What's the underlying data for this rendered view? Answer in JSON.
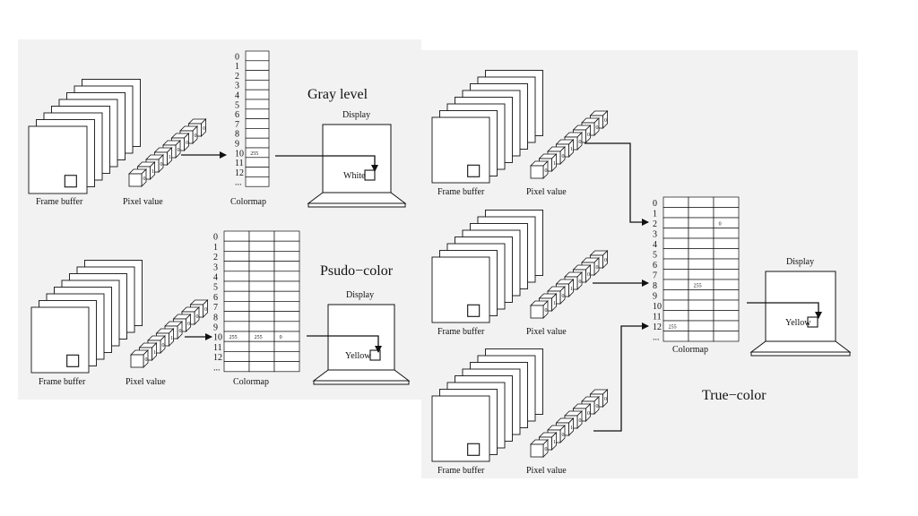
{
  "gray_level": {
    "title": "Gray level",
    "frame_buffer_label": "Frame buffer",
    "pixel_value_label": "Pixel value",
    "pixel_bits": [
      "0",
      "1",
      "0",
      "1",
      "0",
      "0",
      "0",
      "0"
    ],
    "colormap_label": "Colormap",
    "colormap_indices": [
      "0",
      "1",
      "2",
      "3",
      "4",
      "5",
      "6",
      "7",
      "8",
      "9",
      "10",
      "11",
      "12",
      "..."
    ],
    "colormap_values": [
      [
        "",
        "",
        "",
        "",
        "",
        "",
        "",
        "",
        "",
        "",
        "255",
        "",
        "",
        ""
      ]
    ],
    "display_label": "Display",
    "display_text": "White"
  },
  "pseudo_color": {
    "title": "Psudo−color",
    "frame_buffer_label": "Frame buffer",
    "pixel_value_label": "Pixel value",
    "pixel_bits": [
      "0",
      "1",
      "0",
      "1",
      "0",
      "0",
      "0",
      "0"
    ],
    "colormap_label": "Colormap",
    "colormap_indices": [
      "0",
      "1",
      "2",
      "3",
      "4",
      "5",
      "6",
      "7",
      "8",
      "9",
      "10",
      "11",
      "12",
      "..."
    ],
    "colormap_values": [
      [
        "",
        "",
        "",
        "",
        "",
        "",
        "",
        "",
        "",
        "",
        "255",
        "",
        "",
        ""
      ],
      [
        "",
        "",
        "",
        "",
        "",
        "",
        "",
        "",
        "",
        "",
        "255",
        "",
        "",
        ""
      ],
      [
        "",
        "",
        "",
        "",
        "",
        "",
        "",
        "",
        "",
        "",
        "0",
        "",
        "",
        ""
      ]
    ],
    "display_label": "Display",
    "display_text": "Yellow"
  },
  "true_color": {
    "title": "True−color",
    "frame_buffers": [
      {
        "frame_buffer_label": "Frame buffer",
        "pixel_value_label": "Pixel value",
        "pixel_bits": [
          "0",
          "1",
          "0",
          "1",
          "0",
          "0",
          "0",
          "0"
        ]
      },
      {
        "frame_buffer_label": "Frame buffer",
        "pixel_value_label": "Pixel value",
        "pixel_bits": [
          "0",
          "1",
          "0",
          "1",
          "0",
          "0",
          "0",
          "0"
        ]
      },
      {
        "frame_buffer_label": "Frame buffer",
        "pixel_value_label": "Pixel value",
        "pixel_bits": [
          "0",
          "1",
          "0",
          "1",
          "0",
          "0",
          "0",
          "0"
        ]
      }
    ],
    "colormap_label": "Colormap",
    "colormap_indices": [
      "0",
      "1",
      "2",
      "3",
      "4",
      "5",
      "6",
      "7",
      "8",
      "9",
      "10",
      "11",
      "12",
      "..."
    ],
    "colormap_values": [
      [
        "",
        "",
        "",
        "",
        "",
        "",
        "",
        "",
        "",
        "",
        "",
        "",
        "255",
        ""
      ],
      [
        "",
        "",
        "",
        "",
        "",
        "",
        "",
        "",
        "255",
        "",
        "",
        "",
        "",
        ""
      ],
      [
        "",
        "",
        "0",
        "",
        "",
        "",
        "",
        "",
        "",
        "",
        "",
        "",
        "",
        ""
      ]
    ],
    "display_label": "Display",
    "display_text": "Yellow"
  }
}
